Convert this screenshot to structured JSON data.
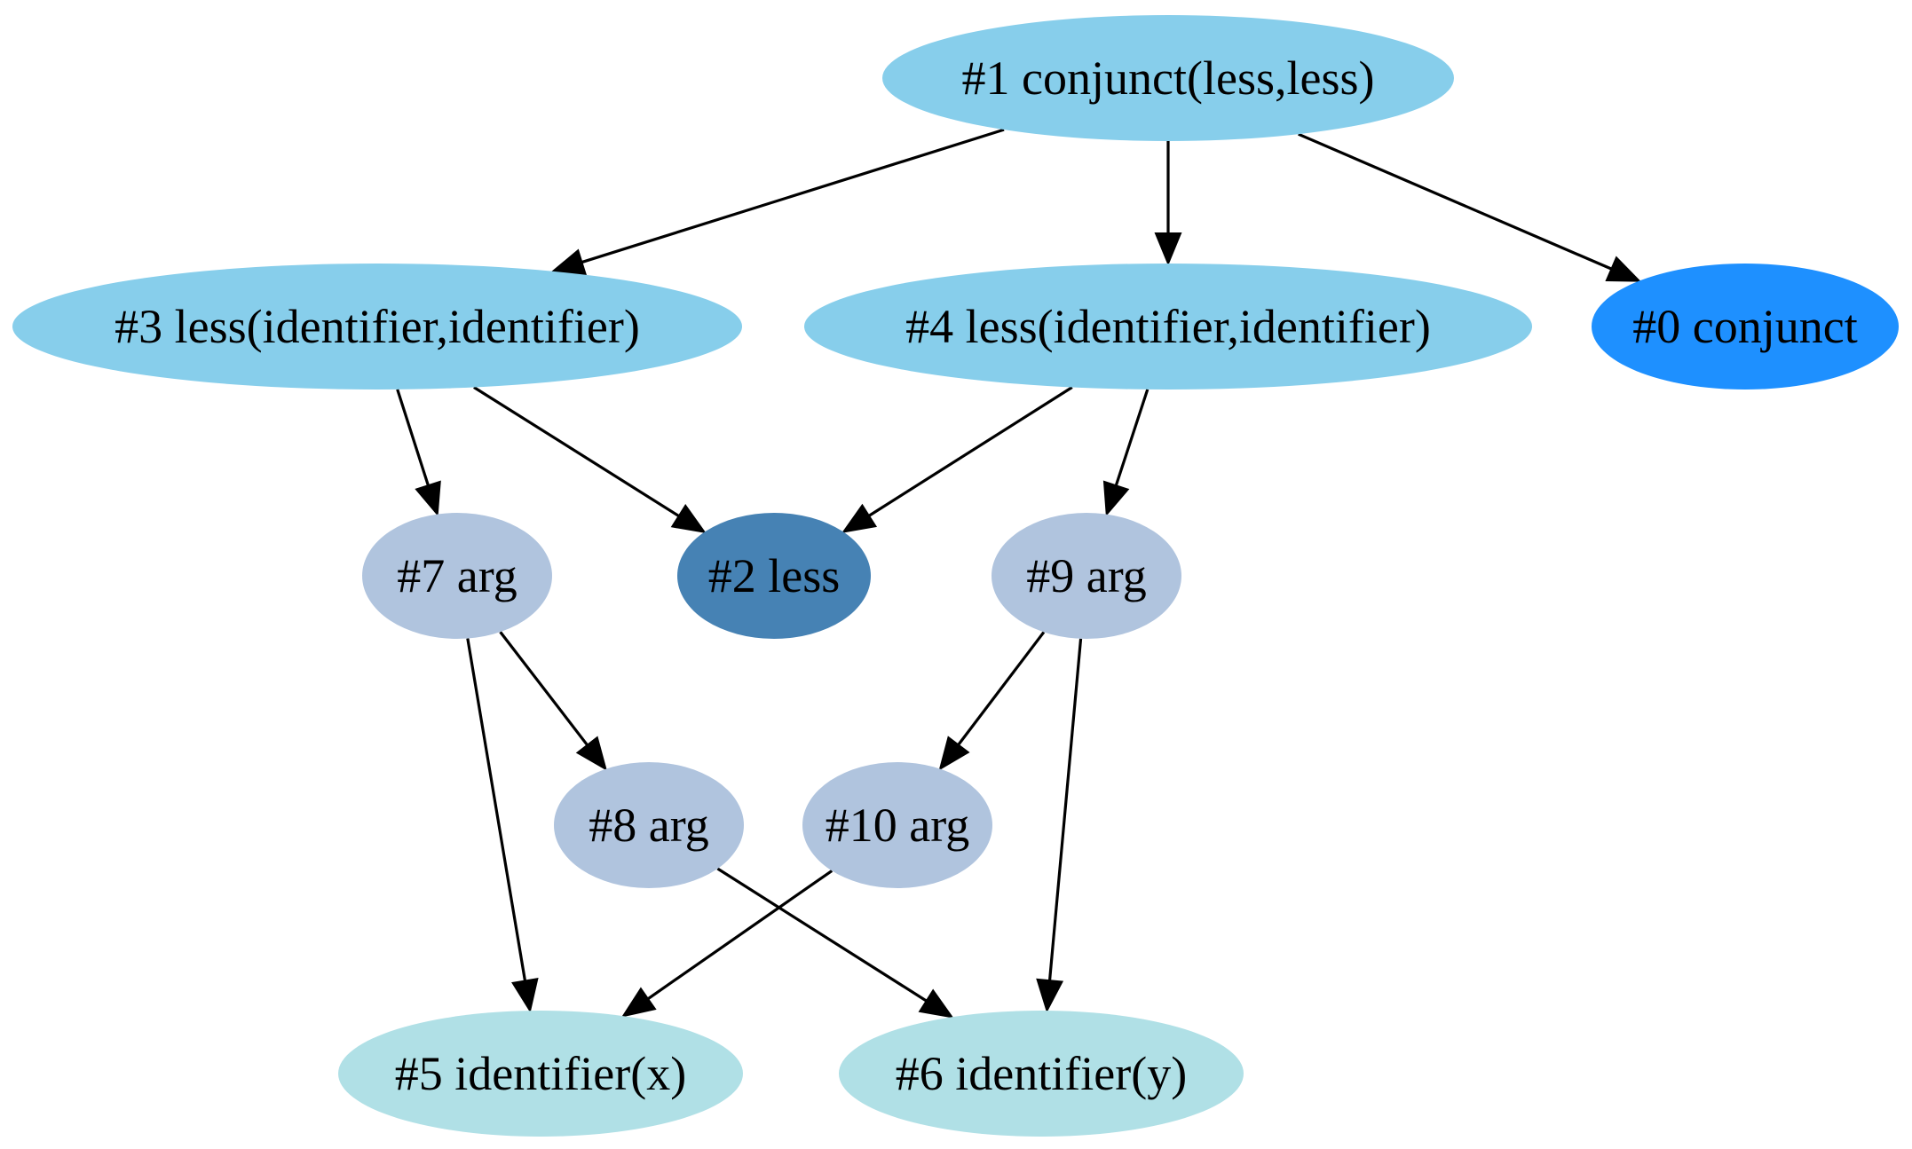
{
  "colors": {
    "background": "#ffffff",
    "edge": "#000000",
    "text_dark": "#000000",
    "skyblue": "#87ceeb",
    "dodgerblue": "#1e90ff",
    "steelblue": "#4682b4",
    "lightsteelblue": "#b0c4de",
    "powderblue": "#b0e0e6"
  },
  "nodes": [
    {
      "id": "n1",
      "label": "#1 conjunct(less,less)",
      "fill": "#87ceeb"
    },
    {
      "id": "n3",
      "label": "#3 less(identifier,identifier)",
      "fill": "#87ceeb"
    },
    {
      "id": "n4",
      "label": "#4 less(identifier,identifier)",
      "fill": "#87ceeb"
    },
    {
      "id": "n0",
      "label": "#0 conjunct",
      "fill": "#1e90ff"
    },
    {
      "id": "n7",
      "label": "#7 arg",
      "fill": "#b0c4de"
    },
    {
      "id": "n2",
      "label": "#2 less",
      "fill": "#4682b4"
    },
    {
      "id": "n9",
      "label": "#9 arg",
      "fill": "#b0c4de"
    },
    {
      "id": "n8",
      "label": "#8 arg",
      "fill": "#b0c4de"
    },
    {
      "id": "n10",
      "label": "#10 arg",
      "fill": "#b0c4de"
    },
    {
      "id": "n5",
      "label": "#5 identifier(x)",
      "fill": "#b0e0e6"
    },
    {
      "id": "n6",
      "label": "#6 identifier(y)",
      "fill": "#b0e0e6"
    }
  ],
  "edges": [
    {
      "from": "n1",
      "to": "n3"
    },
    {
      "from": "n1",
      "to": "n4"
    },
    {
      "from": "n1",
      "to": "n0"
    },
    {
      "from": "n3",
      "to": "n7"
    },
    {
      "from": "n3",
      "to": "n2"
    },
    {
      "from": "n4",
      "to": "n2"
    },
    {
      "from": "n4",
      "to": "n9"
    },
    {
      "from": "n7",
      "to": "n5"
    },
    {
      "from": "n7",
      "to": "n8"
    },
    {
      "from": "n9",
      "to": "n10"
    },
    {
      "from": "n9",
      "to": "n6"
    },
    {
      "from": "n8",
      "to": "n6"
    },
    {
      "from": "n10",
      "to": "n5"
    }
  ]
}
